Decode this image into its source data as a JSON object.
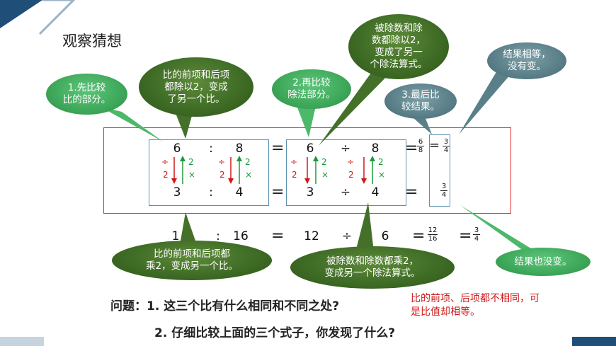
{
  "title": "观察猜想",
  "row1": {
    "a": "6",
    "colon": ":",
    "b": "8",
    "eq": "=",
    "c": "6",
    "div": "÷",
    "d": "8",
    "eq2": "=",
    "f_num": "6",
    "f_den": "8",
    "eq3": "=",
    "g_num": "3",
    "g_den": "4"
  },
  "row2": {
    "a": "3",
    "colon": ":",
    "b": "4",
    "eq": "=",
    "c": "3",
    "div": "÷",
    "d": "4",
    "eq2": "=",
    "g_num": "3",
    "g_den": "4"
  },
  "row3": {
    "a": "1",
    "colon": ":",
    "b": "16",
    "eq": "=",
    "c": "12",
    "div": "÷",
    "d": "6",
    "eq2": "=",
    "f_num": "12",
    "f_den": "16",
    "eq3": "=",
    "g_num": "3",
    "g_den": "4"
  },
  "ops": {
    "div": "÷",
    "two": "2",
    "times": "×"
  },
  "bubbles": {
    "b1": "1.先比较\n比的部分。",
    "b2": "比的前项和后项\n都除以2，变成\n了另一个比。",
    "b3": "2.再比较\n除法部分。",
    "b4": "被除数和除\n数都除以2，\n变成了另一\n个除法算式。",
    "b5": "3.最后比\n较结果。",
    "b6": "结果相等，\n没有变。",
    "b7": "比的前项和后项都\n乘2，变成另一个比。",
    "b8": "被除数和除数都乘2，\n变成另一个除法算式。",
    "b9": "结果也没变。"
  },
  "questions": {
    "q1": "问题：1. 这三个比有什么相同和不同之处?",
    "q2": "2. 仔细比较上面的三个式子，你发现了什么?",
    "answer": "比的前项、后项都不相同，可\n是比值却相等。"
  },
  "colors": {
    "frame": "#e03030",
    "box": "#5a8fb0",
    "accent": "#1f4e79"
  }
}
